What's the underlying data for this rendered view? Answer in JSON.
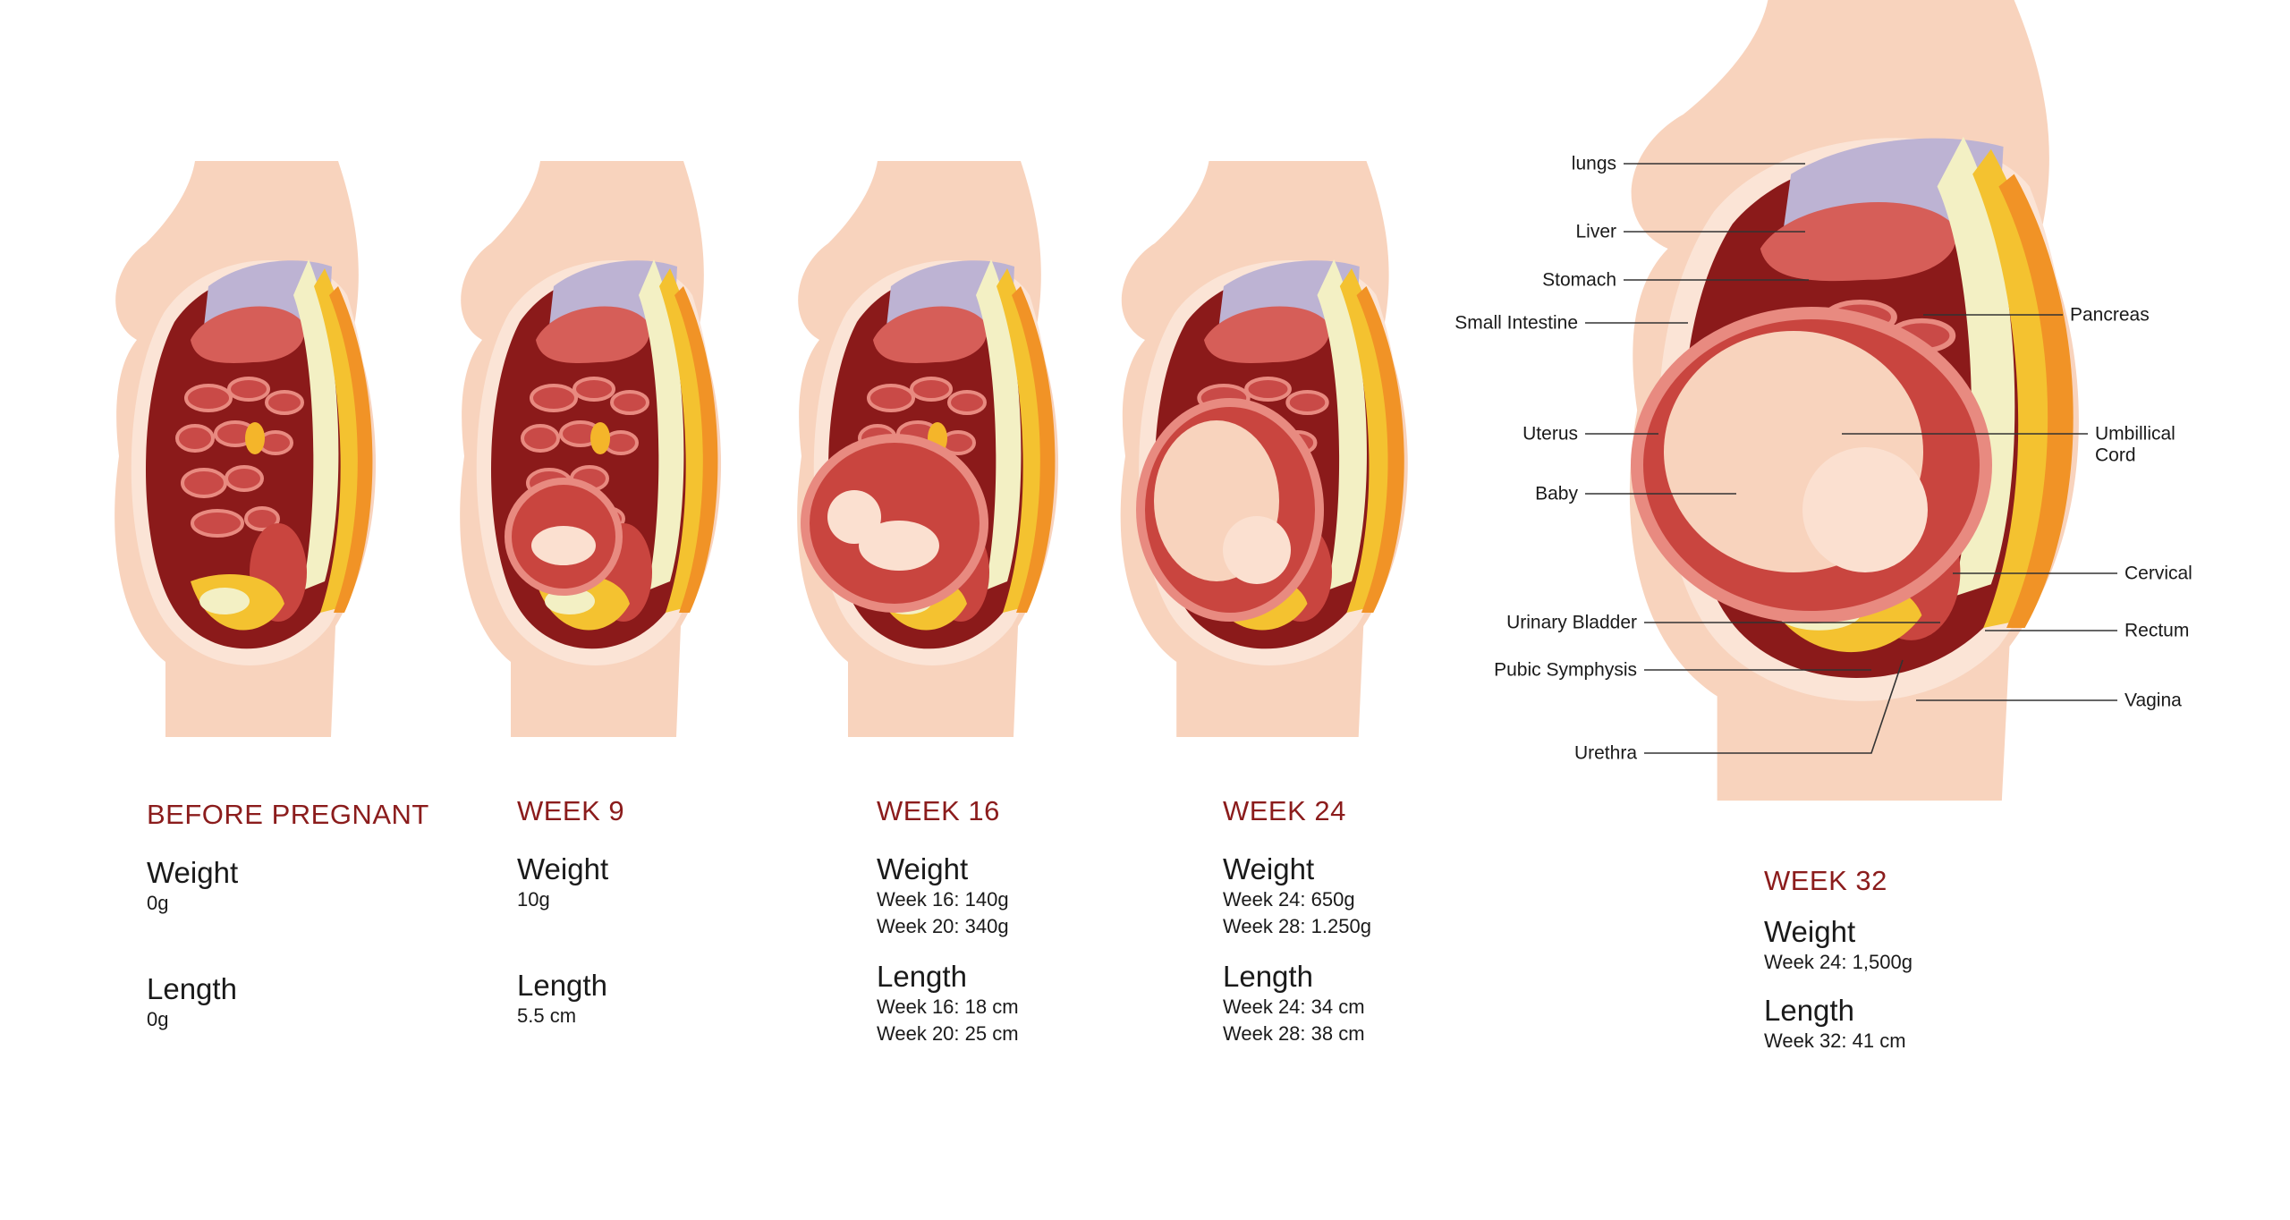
{
  "colors": {
    "title": "#8b1c1c",
    "skin": "#f8d3bd",
    "tissue": "#8b1a1a",
    "organ": "#d65e58",
    "lungs": "#bdb3d3",
    "spine_yellow": "#f4c230",
    "spine_orange": "#f19326"
  },
  "columns": [
    {
      "stage": "BEFORE PREGNANT",
      "weight_label": "Weight",
      "weight_values": [
        "0g"
      ],
      "length_label": "Length",
      "length_values": [
        "0g"
      ]
    },
    {
      "stage": "WEEK 9",
      "weight_label": "Weight",
      "weight_values": [
        "10g"
      ],
      "length_label": "Length",
      "length_values": [
        "5.5 cm"
      ]
    },
    {
      "stage": "WEEK 16",
      "weight_label": "Weight",
      "weight_values": [
        "Week 16: 140g",
        "Week 20: 340g"
      ],
      "length_label": "Length",
      "length_values": [
        "Week 16: 18 cm",
        "Week 20: 25 cm"
      ]
    },
    {
      "stage": "WEEK 24",
      "weight_label": "Weight",
      "weight_values": [
        "Week 24: 650g",
        "Week 28: 1.250g"
      ],
      "length_label": "Length",
      "length_values": [
        "Week 24: 34 cm",
        "Week 28: 38 cm"
      ]
    },
    {
      "stage": "WEEK 32",
      "weight_label": "Weight",
      "weight_values": [
        "Week 24: 1,500g"
      ],
      "length_label": "Length",
      "length_values": [
        "Week 32: 41 cm"
      ]
    }
  ],
  "labels": {
    "left": [
      "lungs",
      "Liver",
      "Stomach",
      "Small Intestine",
      "Uterus",
      "Baby",
      "Urinary Bladder",
      "Pubic Symphysis",
      "Urethra"
    ],
    "right": [
      "Pancreas",
      "Umbillical",
      "Cord",
      "Cervical",
      "Rectum",
      "Vagina"
    ]
  }
}
